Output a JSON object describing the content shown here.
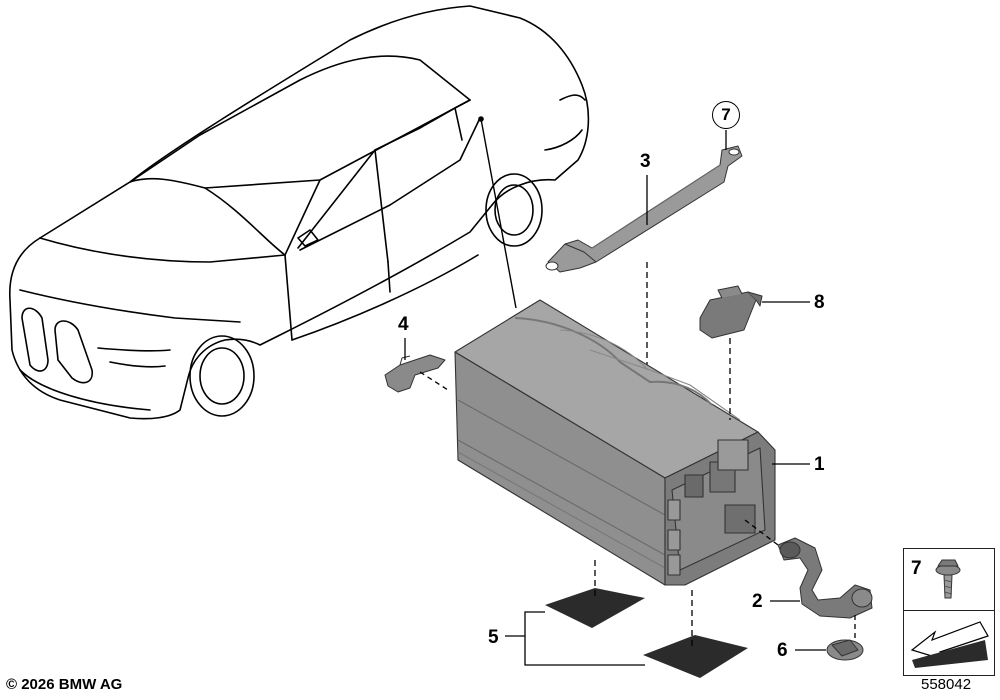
{
  "callouts": {
    "c1": "1",
    "c2": "2",
    "c3": "3",
    "c4": "4",
    "c5": "5",
    "c6": "6",
    "c7": "7",
    "c8": "8"
  },
  "legend": {
    "part_number": "7"
  },
  "footer": {
    "copyright": "© 2026 BMW AG",
    "diagram_number": "558042"
  },
  "colors": {
    "line": "#000000",
    "battery_body": "#8c8c8c",
    "battery_dark": "#6e6e6e",
    "pad": "#2b2b2b",
    "part_gray": "#7a7a7a"
  }
}
